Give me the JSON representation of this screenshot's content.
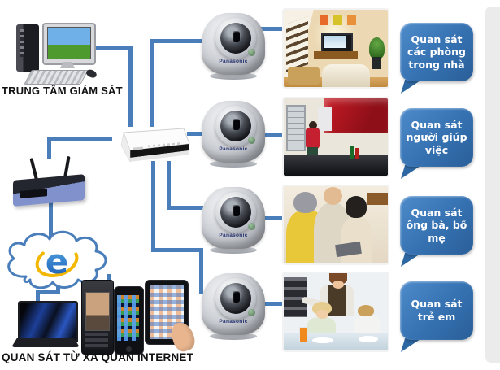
{
  "colors": {
    "connection_line": "#4a7ebb",
    "bubble_blue": "#3571b1",
    "bubble_tail": "#2e68a3",
    "label_text": "#121212",
    "page_edge": "#ebebeb"
  },
  "labels": {
    "monitoring_center": "TRUNG TÂM GIÁM SÁT",
    "remote_access": "QUAN SÁT TỪ XA QUAN INTERNET"
  },
  "internet": {
    "logo_letter": "e"
  },
  "cameras": [
    {
      "brand": "Panasonic"
    },
    {
      "brand": "Panasonic"
    },
    {
      "brand": "Panasonic"
    },
    {
      "brand": "Panasonic"
    }
  ],
  "bubbles": [
    {
      "text": "Quan sát các phòng trong nhà"
    },
    {
      "text": "Quan sát người giúp việc"
    },
    {
      "text": "Quan sát ông bà, bố mẹ"
    },
    {
      "text": "Quan sát trẻ em"
    }
  ],
  "photos": [
    {
      "description": "living-room-interior"
    },
    {
      "description": "housekeeper-in-kitchen"
    },
    {
      "description": "grandparents-with-child"
    },
    {
      "description": "mother-feeding-children"
    }
  ]
}
